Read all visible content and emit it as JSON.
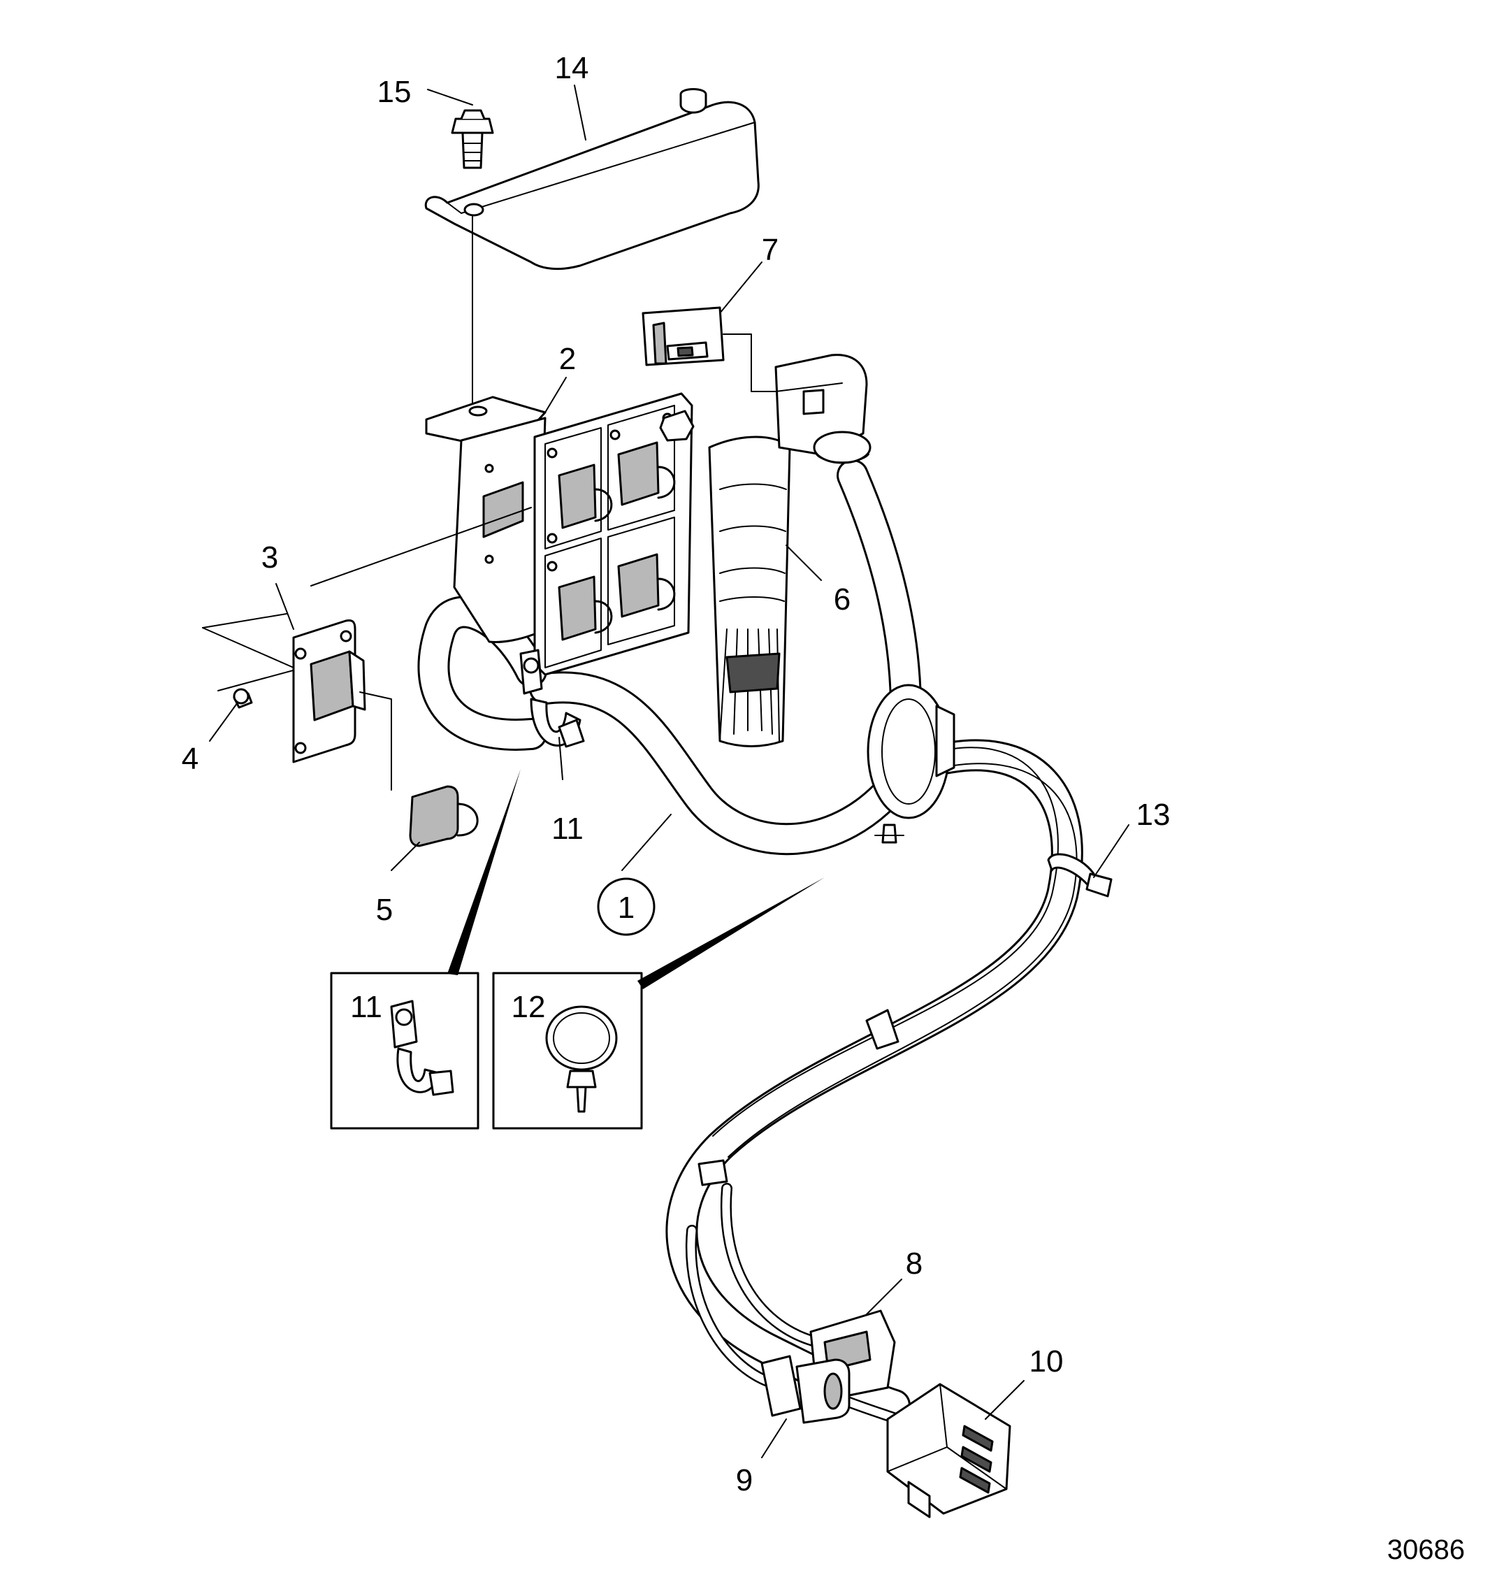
{
  "diagram": {
    "callouts": {
      "c1": "1",
      "c2": "2",
      "c3": "3",
      "c4": "4",
      "c5": "5",
      "c6": "6",
      "c7": "7",
      "c8": "8",
      "c9": "9",
      "c10": "10",
      "c11": "11",
      "c12": "12",
      "c13": "13",
      "c14": "14",
      "c15": "15"
    },
    "detail_views": {
      "clamp_label": "11",
      "tie_label": "12"
    },
    "drawing_number": "30686"
  }
}
